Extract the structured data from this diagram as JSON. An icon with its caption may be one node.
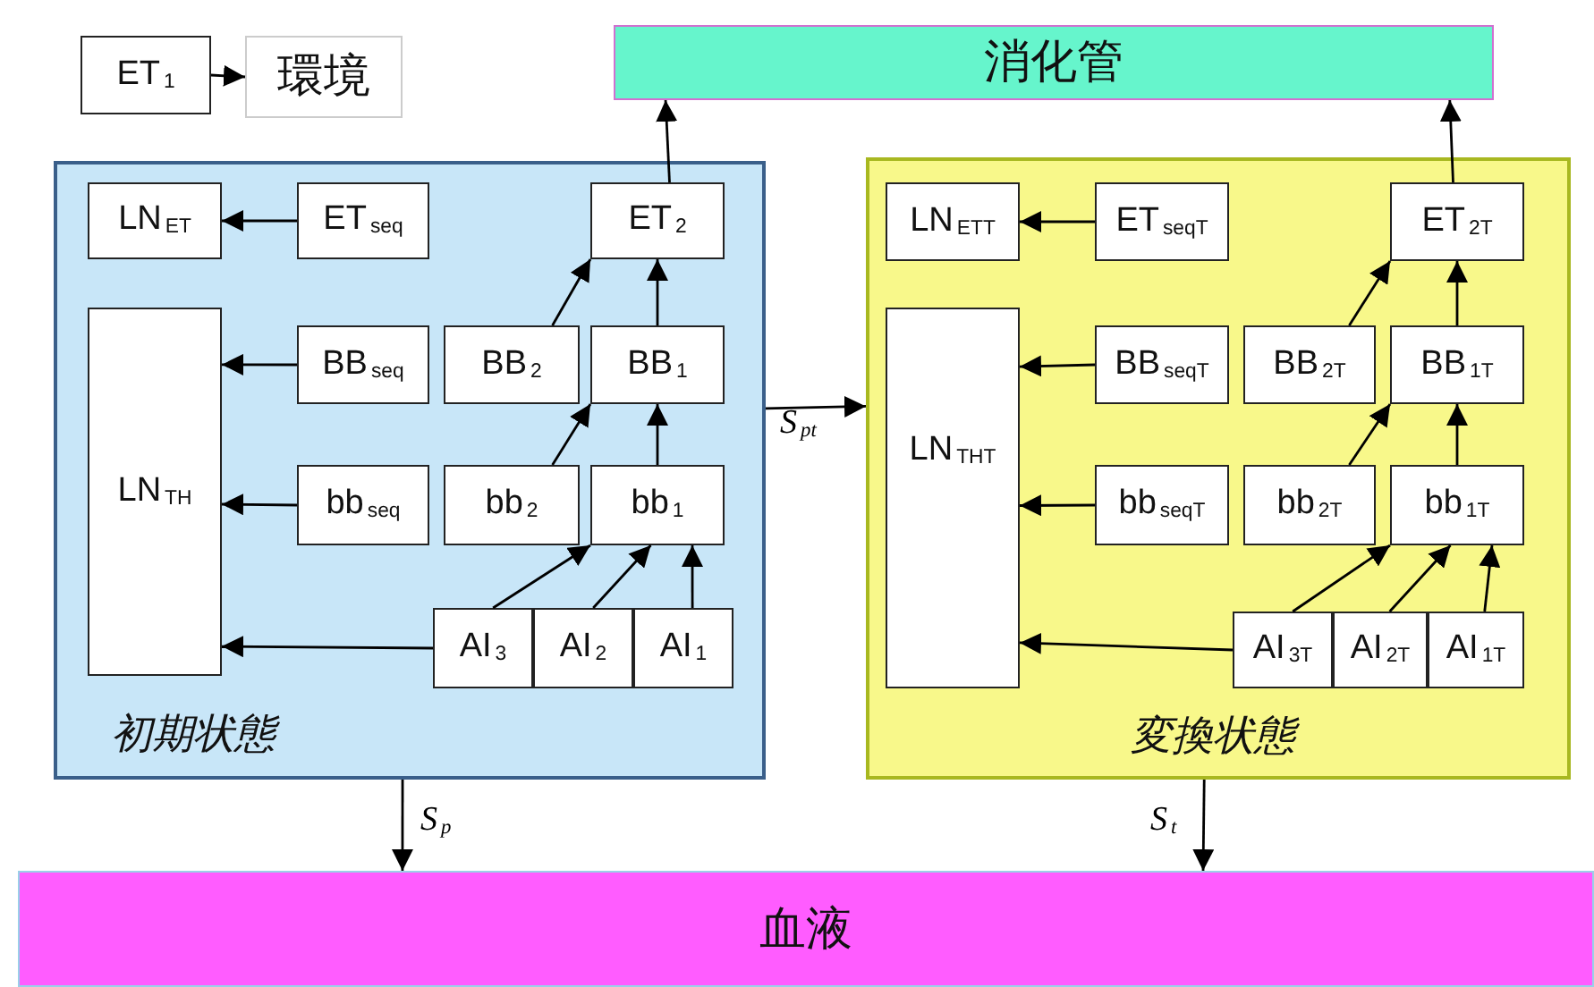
{
  "diagram": {
    "nodes": [
      {
        "text": [
          "ET$_{1}$"
        ]
      },
      {
        "text": [
          "環境"
        ]
      },
      {
        "text": [
          "消化管"
        ]
      },
      {
        "text": [
          "初期状態"
        ]
      },
      {
        "text": [
          "LN$_{ET}$"
        ],
        "in": 3
      },
      {
        "text": [
          "ET$_{seq}$"
        ],
        "in": 3
      },
      {
        "text": [
          "ET$_{2}$"
        ],
        "in": 3
      },
      {
        "text": [
          "LN$_{TH}$"
        ],
        "in": 3
      },
      {
        "text": [
          "BB$_{seq}$"
        ],
        "in": 3
      },
      {
        "text": [
          "BB$_{2}$"
        ],
        "in": 3
      },
      {
        "text": [
          "BB$_{1}$"
        ],
        "in": 3
      },
      {
        "text": [
          "bb$_{seq}$"
        ],
        "in": 3
      },
      {
        "text": [
          "bb$_{2}$"
        ],
        "in": 3
      },
      {
        "text": [
          "bb$_{1}$"
        ],
        "in": 3
      },
      {
        "text": [
          "AI$_{3}$"
        ],
        "in": 3
      },
      {
        "text": [
          "AI$_{2}$"
        ],
        "in": 3
      },
      {
        "text": [
          "AI$_{1}$"
        ],
        "in": 3
      },
      {
        "text": [
          "変換状態"
        ]
      },
      {
        "text": [
          "LN$_{ETT}$"
        ],
        "in": 17
      },
      {
        "text": [
          "ET$_{seqT}$"
        ],
        "in": 17
      },
      {
        "text": [
          "ET$_{2T}$"
        ],
        "in": 17
      },
      {
        "text": [
          "LN$_{THT}$"
        ],
        "in": 17
      },
      {
        "text": [
          "BB$_{seqT}$"
        ],
        "in": 17
      },
      {
        "text": [
          "BB$_{2T}$"
        ],
        "in": 17
      },
      {
        "text": [
          "BB$_{1T}$"
        ],
        "in": 17
      },
      {
        "text": [
          "bb$_{seqT}$"
        ],
        "in": 17
      },
      {
        "text": [
          "bb$_{2T}$"
        ],
        "in": 17
      },
      {
        "text": [
          "bb$_{1T}$"
        ],
        "in": 17
      },
      {
        "text": [
          "AI$_{3T}$"
        ],
        "in": 17
      },
      {
        "text": [
          "AI$_{2T}$"
        ],
        "in": 17
      },
      {
        "text": [
          "AI$_{1T}$"
        ],
        "in": 17
      },
      {
        "text": [
          "血液"
        ]
      }
    ],
    "edges": [
      {
        "from": 0,
        "to": 1,
        "arrow": "to"
      },
      {
        "from": 6,
        "to": 2,
        "arrow": "to"
      },
      {
        "from": 5,
        "to": 4,
        "arrow": "to"
      },
      {
        "from": 8,
        "to": 7,
        "arrow": "to"
      },
      {
        "from": 11,
        "to": 7,
        "arrow": "to"
      },
      {
        "from": 14,
        "to": 7,
        "arrow": "to"
      },
      {
        "from": 10,
        "to": 6,
        "arrow": "to"
      },
      {
        "from": 13,
        "to": 10,
        "arrow": "to"
      },
      {
        "from": 14,
        "to": 13,
        "arrow": "to"
      },
      {
        "from": 15,
        "to": 13,
        "arrow": "to"
      },
      {
        "from": 16,
        "to": 13,
        "arrow": "to"
      },
      {
        "from": 9,
        "to": 6,
        "arrow": "to"
      },
      {
        "from": 12,
        "to": 10,
        "arrow": "to"
      },
      {
        "from": 3,
        "to": 17,
        "label": "S$_{pt}$",
        "arrow": "to"
      },
      {
        "from": 3,
        "to": 31,
        "label": "S$_{p}$",
        "arrow": "to"
      },
      {
        "from": 17,
        "to": 31,
        "label": "S$_{t}$",
        "arrow": "to"
      },
      {
        "from": 19,
        "to": 18,
        "arrow": "to"
      },
      {
        "from": 20,
        "to": 2,
        "arrow": "to"
      },
      {
        "from": 22,
        "to": 21,
        "arrow": "to"
      },
      {
        "from": 25,
        "to": 21,
        "arrow": "to"
      },
      {
        "from": 28,
        "to": 21,
        "arrow": "to"
      },
      {
        "from": 24,
        "to": 20,
        "arrow": "to"
      },
      {
        "from": 27,
        "to": 24,
        "arrow": "to"
      },
      {
        "from": 28,
        "to": 27,
        "arrow": "to"
      },
      {
        "from": 29,
        "to": 27,
        "arrow": "to"
      },
      {
        "from": 30,
        "to": 27,
        "arrow": "to"
      },
      {
        "from": 23,
        "to": 20,
        "arrow": "to"
      },
      {
        "from": 26,
        "to": 24,
        "arrow": "to"
      }
    ]
  }
}
